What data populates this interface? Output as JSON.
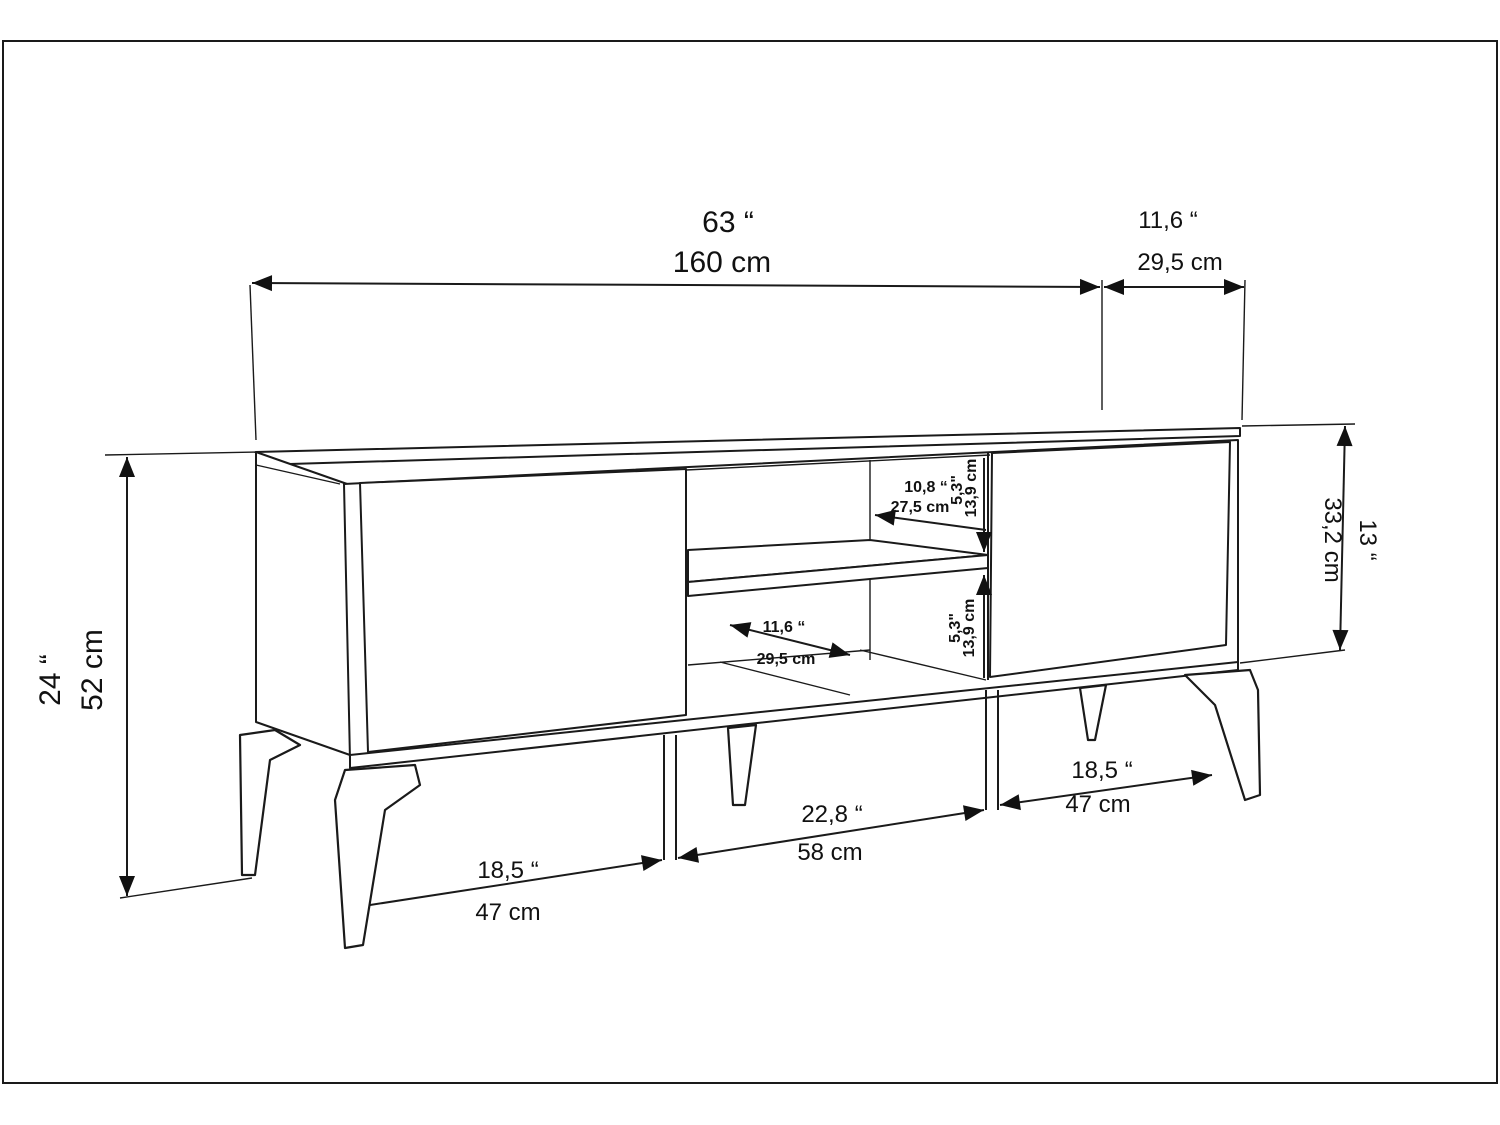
{
  "dimensions": {
    "width": {
      "inch": "63 “",
      "cm": "160 cm"
    },
    "depth": {
      "inch": "11,6 “",
      "cm": "29,5 cm"
    },
    "height": {
      "inch": "24 “",
      "cm": "52 cm"
    },
    "body_height": {
      "inch": "13 “",
      "cm": "33,2 cm"
    },
    "shelf_width_top": {
      "inch": "10,8 “",
      "cm": "27,5 cm"
    },
    "shelf_height_top": {
      "inch": "5,3\"",
      "cm": "13,9 cm"
    },
    "shelf_depth": {
      "inch": "11,6 “",
      "cm": "29,5 cm"
    },
    "shelf_height_bottom": {
      "inch": "5,3\"",
      "cm": "13,9 cm"
    },
    "left_door_width": {
      "inch": "18,5 “",
      "cm": "47 cm"
    },
    "middle_width": {
      "inch": "22,8 “",
      "cm": "58  cm"
    },
    "right_door_width": {
      "inch": "18,5 “",
      "cm": "47 cm"
    }
  }
}
